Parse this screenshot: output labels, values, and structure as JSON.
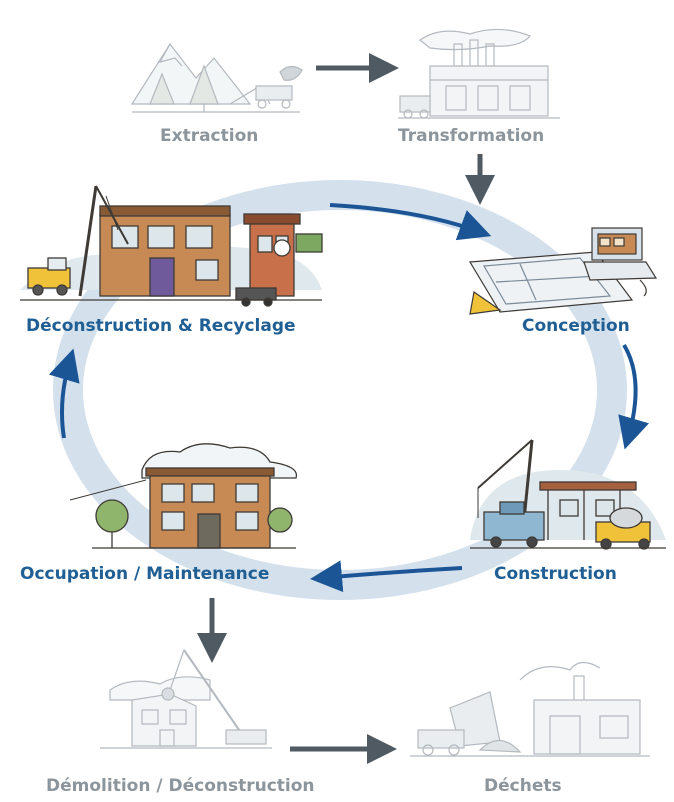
{
  "colors": {
    "ring": "#cddcea",
    "cycle_arrow": "#1c5596",
    "linear_arrow": "#4f5a63",
    "label_blue": "#205f94",
    "label_gray": "#8c959c"
  },
  "stages": {
    "extraction": {
      "label": "Extraction",
      "icon": "mountain-mine-icon"
    },
    "transformation": {
      "label": "Transformation",
      "icon": "factory-icon"
    },
    "conception": {
      "label": "Conception",
      "icon": "blueprint-computer-icon"
    },
    "construction": {
      "label": "Construction",
      "icon": "crane-construction-icon"
    },
    "occupation": {
      "label": "Occupation / Maintenance",
      "icon": "occupied-building-icon"
    },
    "deconstruction_recyclage": {
      "label": "Déconstruction & Recyclage",
      "icon": "deconstruction-site-icon"
    },
    "demolition": {
      "label": "Démolition / Déconstruction",
      "icon": "demolition-crane-icon"
    },
    "dechets": {
      "label": "Déchets",
      "icon": "waste-dump-icon"
    }
  }
}
